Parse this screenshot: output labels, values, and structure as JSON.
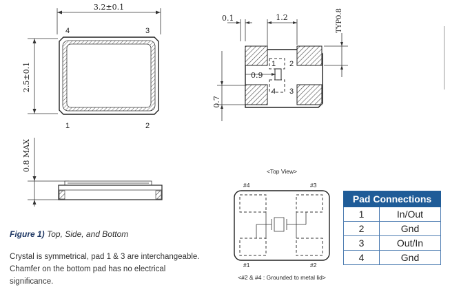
{
  "dimensions": {
    "top_width": "3.2±0.1",
    "top_height": "2.5±0.1",
    "thickness": "0.8 MAX",
    "pad_gap": "0.1",
    "pad_pitch": "1.2",
    "pad_typ": "TYP0.8",
    "pad_small": "0.9",
    "pad_vert": "0.7"
  },
  "pins": {
    "top_left": "4",
    "top_right": "3",
    "bottom_left": "1",
    "bottom_right": "2",
    "pad1": "1",
    "pad2": "2",
    "pad3": "3",
    "pad4": "4"
  },
  "top_view": {
    "title": "<Top View>",
    "label_tl": "#4",
    "label_tr": "#3",
    "label_bl": "#1",
    "label_br": "#2",
    "note": "<#2 & #4 : Grounded to metal lid>"
  },
  "caption": {
    "figure": "Figure 1)",
    "text": " Top, Side, and Bottom"
  },
  "description": [
    "Crystal is symmetrical, pad 1 & 3 are interchangeable.",
    "Chamfer on the bottom pad has no electrical",
    "significance."
  ],
  "pad_table": {
    "title": "Pad Connections",
    "rows": [
      {
        "pad": "1",
        "function": "In/Out"
      },
      {
        "pad": "2",
        "function": "Gnd"
      },
      {
        "pad": "3",
        "function": "Out/In"
      },
      {
        "pad": "4",
        "function": "Gnd"
      }
    ]
  },
  "colors": {
    "table_header": "#1f5c98",
    "caption_accent": "#1f3864"
  }
}
